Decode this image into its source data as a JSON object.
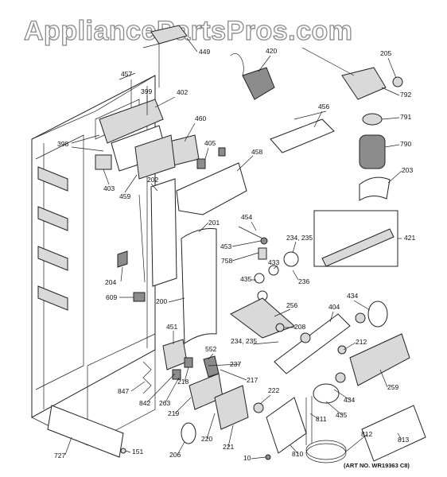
{
  "watermark": "AppliancePartsPros.com",
  "art_note": "(ART NO. WR19363 C8)",
  "callouts": [
    "449",
    "457",
    "399",
    "402",
    "420",
    "205",
    "792",
    "791",
    "790",
    "203",
    "398",
    "460",
    "405",
    "458",
    "456",
    "403",
    "459",
    "202",
    "201",
    "454",
    "453",
    "758",
    "234, 235",
    "433",
    "236",
    "435",
    "421",
    "204",
    "609",
    "200",
    "256",
    "404",
    "434",
    "208",
    "451",
    "552",
    "212",
    "234, 235",
    "237",
    "217",
    "218",
    "847",
    "842",
    "263",
    "219",
    "222",
    "259",
    "434",
    "435",
    "811",
    "220",
    "221",
    "206",
    "727",
    "151",
    "10",
    "810",
    "812",
    "813"
  ]
}
